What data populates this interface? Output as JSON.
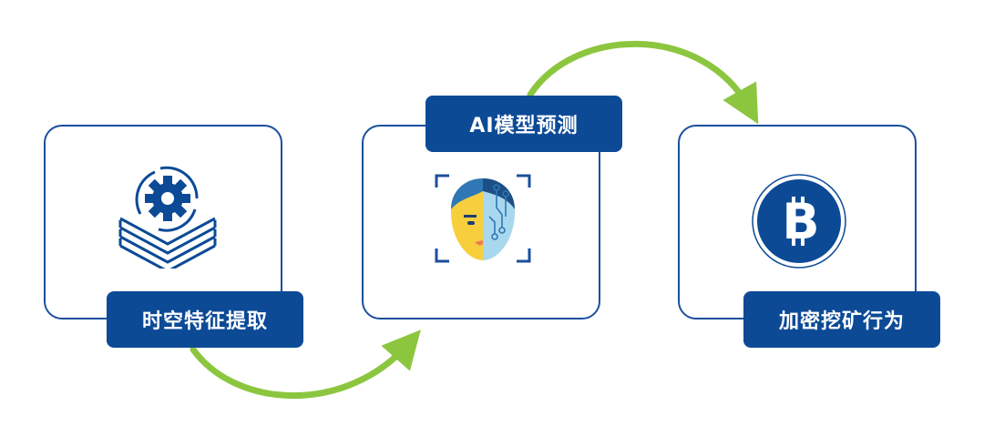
{
  "steps": [
    {
      "label": "时空特征提取",
      "icon": "gear-layers-icon"
    },
    {
      "label": "AI模型预测",
      "icon": "ai-face-icon"
    },
    {
      "label": "加密挖矿行为",
      "icon": "bitcoin-icon"
    }
  ],
  "colors": {
    "primary": "#0c4a96",
    "border": "#1b4f9c",
    "arrow": "#8cc63f"
  }
}
